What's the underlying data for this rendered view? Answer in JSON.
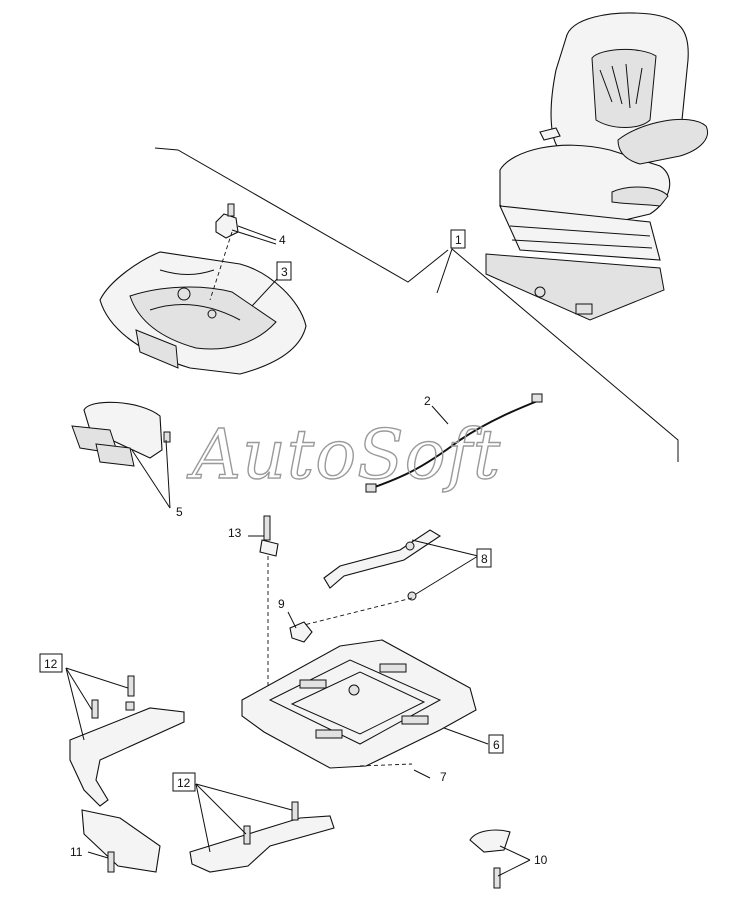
{
  "watermark": "AutoSoft",
  "callouts": {
    "c1": "1",
    "c2": "2",
    "c3": "3",
    "c4": "4",
    "c5": "5",
    "c6": "6",
    "c7": "7",
    "c8": "8",
    "c9": "9",
    "c10": "10",
    "c11": "11",
    "c12a": "12",
    "c12b": "12",
    "c13": "13"
  }
}
